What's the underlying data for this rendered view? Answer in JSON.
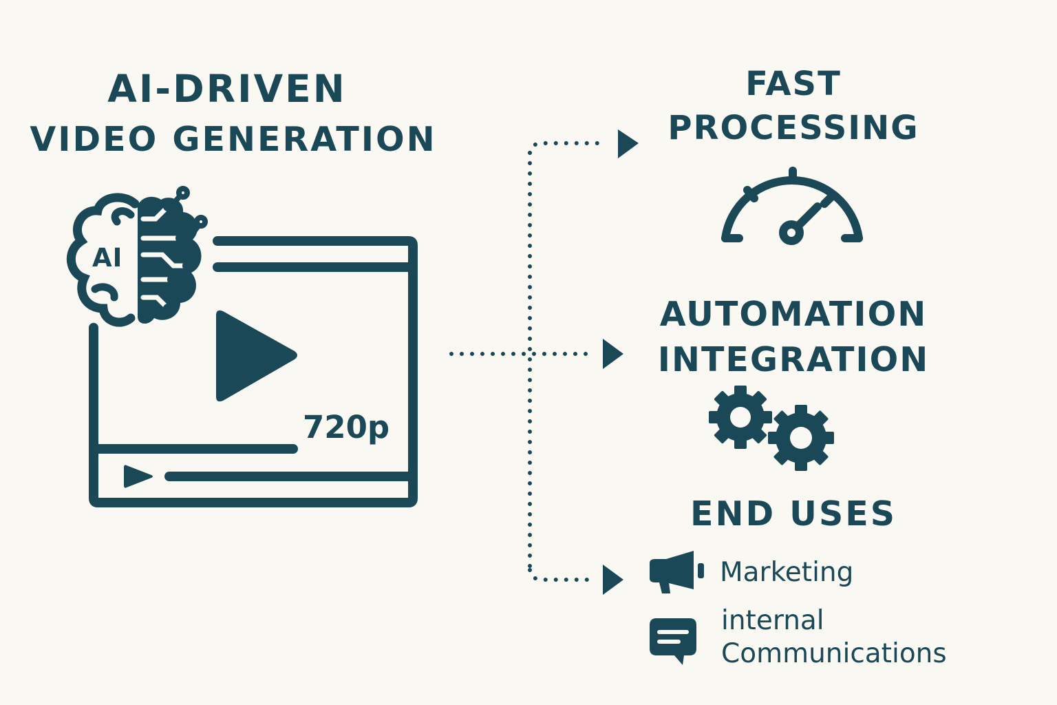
{
  "title": {
    "line1": "AI-DRIVEN",
    "line2": "VIDEO GENERATION"
  },
  "video_player": {
    "resolution": "720p",
    "brain_label": "AI"
  },
  "sections": {
    "fast_processing": {
      "line1": "FAST",
      "line2": "PROCESSING",
      "icon": "speedometer-icon"
    },
    "automation_integration": {
      "line1": "AUTOMATION",
      "line2": "INTEGRATION",
      "icon": "gears-icon"
    },
    "end_uses": {
      "heading": "END USES",
      "items": [
        {
          "label": "Marketing",
          "icon": "megaphone-icon"
        },
        {
          "label_line1": "internal",
          "label_line2": "Communications",
          "icon": "chat-bubble-icon"
        }
      ]
    }
  },
  "colors": {
    "ink": "#1b4857",
    "background": "#faf8f3"
  }
}
